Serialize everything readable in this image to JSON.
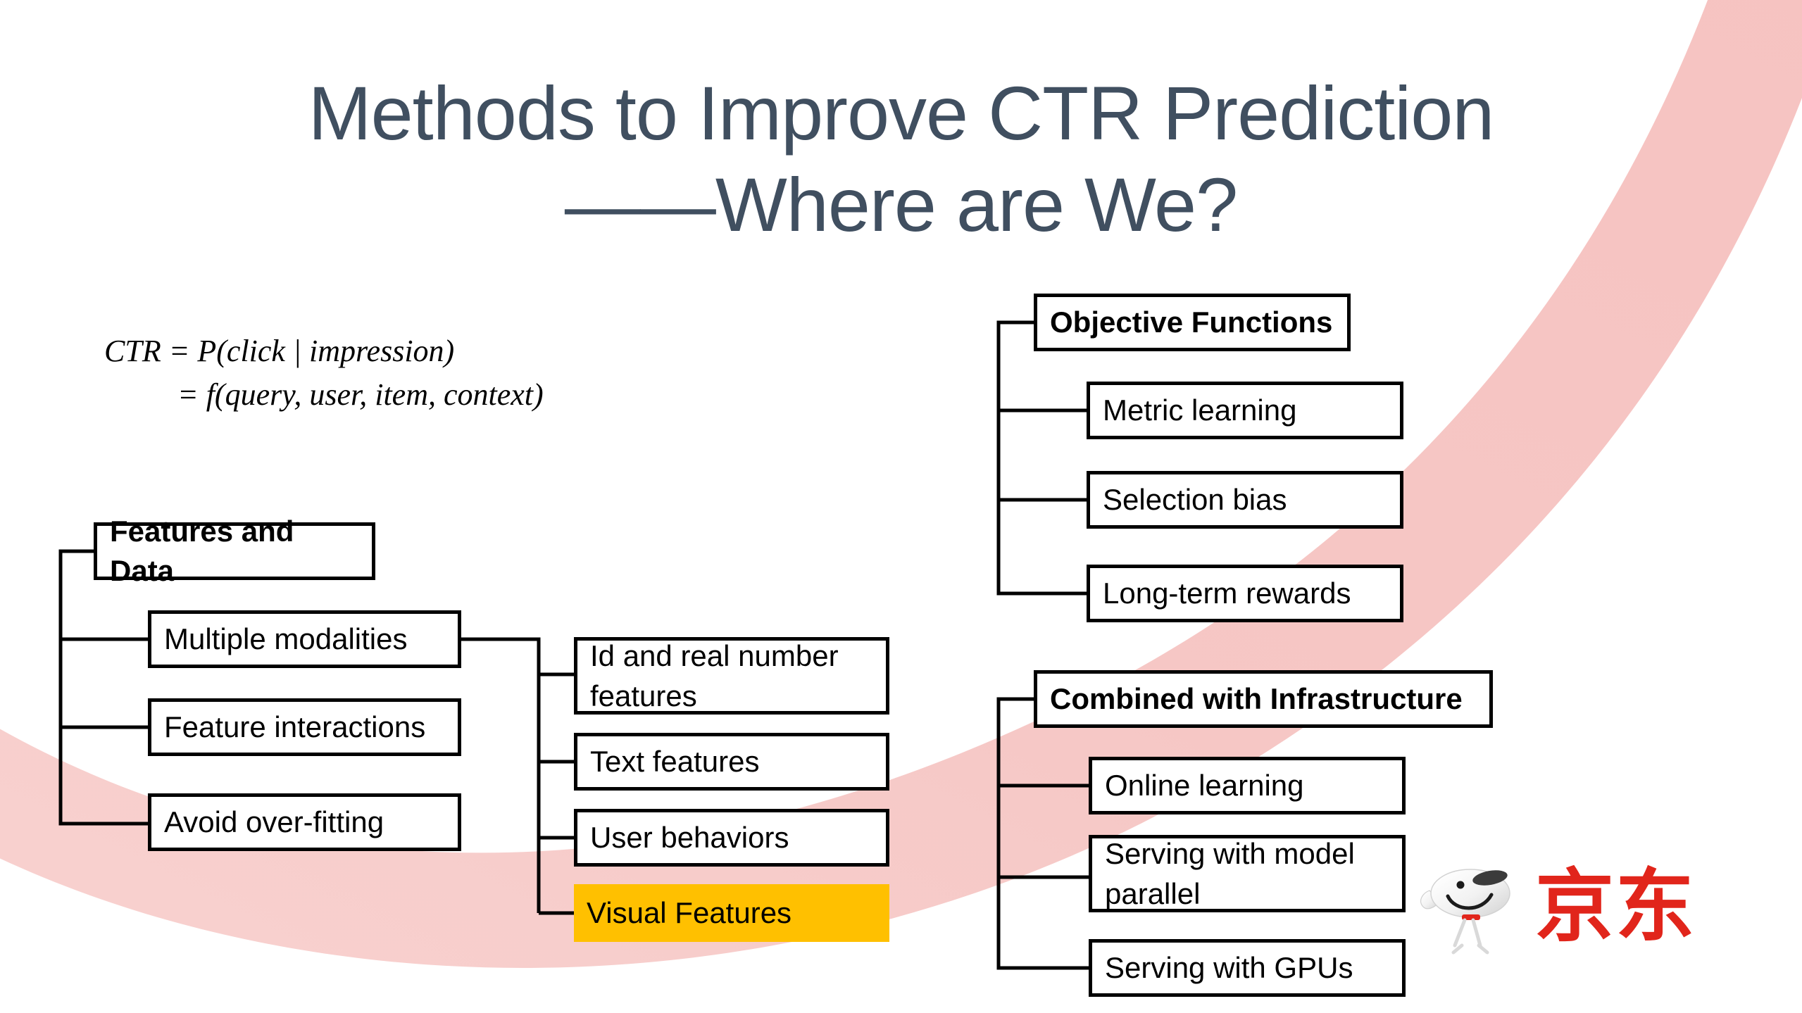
{
  "slide": {
    "title_line1": "Methods to Improve CTR Prediction",
    "title_line2": "——Where are We?",
    "title_color": "#404F60",
    "background_color": "#FFFFFF",
    "accent_swoosh_color": "#F7CBC9",
    "highlight_color": "#FFC000"
  },
  "formula": {
    "line1": "CTR = P(click | impression)",
    "line2": "= f(query, user, item, context)"
  },
  "branches": {
    "features_and_data": {
      "header": "Features and Data",
      "children": [
        "Multiple modalities",
        "Feature interactions",
        "Avoid over-fitting"
      ]
    },
    "modalities_detail": {
      "children": [
        "Id and real number features",
        "Text features",
        "User behaviors",
        "Visual Features"
      ],
      "highlighted_index": 3
    },
    "objective_functions": {
      "header": "Objective Functions",
      "children": [
        "Metric learning",
        "Selection bias",
        "Long-term rewards"
      ]
    },
    "combined_with_infrastructure": {
      "header": "Combined with Infrastructure",
      "children": [
        "Online learning",
        "Serving with model parallel",
        "Serving with GPUs"
      ]
    }
  },
  "logo": {
    "brand_text": "京东",
    "brand_color": "#E1251B",
    "mascot_name": "joy-dog-mascot"
  }
}
